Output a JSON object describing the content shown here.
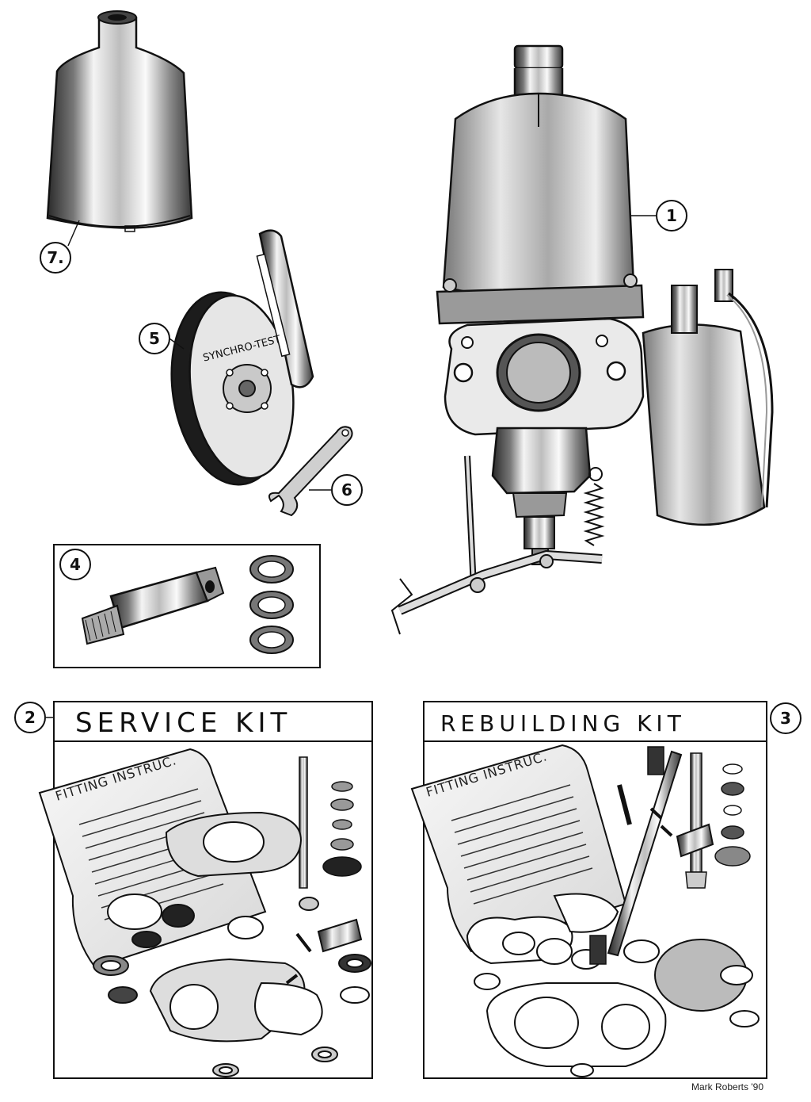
{
  "callouts": {
    "c1": "1",
    "c2": "2",
    "c3": "3",
    "c4": "4",
    "c5": "5",
    "c6": "6",
    "c7": "7."
  },
  "gauge_label": "SYNCHRO-TEST",
  "service_kit": {
    "title": "SERVICE   KIT",
    "instructions_label": "FITTING INSTRUC."
  },
  "rebuilding_kit": {
    "title": "REBUILDING KIT",
    "instructions_label": "FITTING INSTRUC."
  },
  "signature": "Mark Roberts '90"
}
